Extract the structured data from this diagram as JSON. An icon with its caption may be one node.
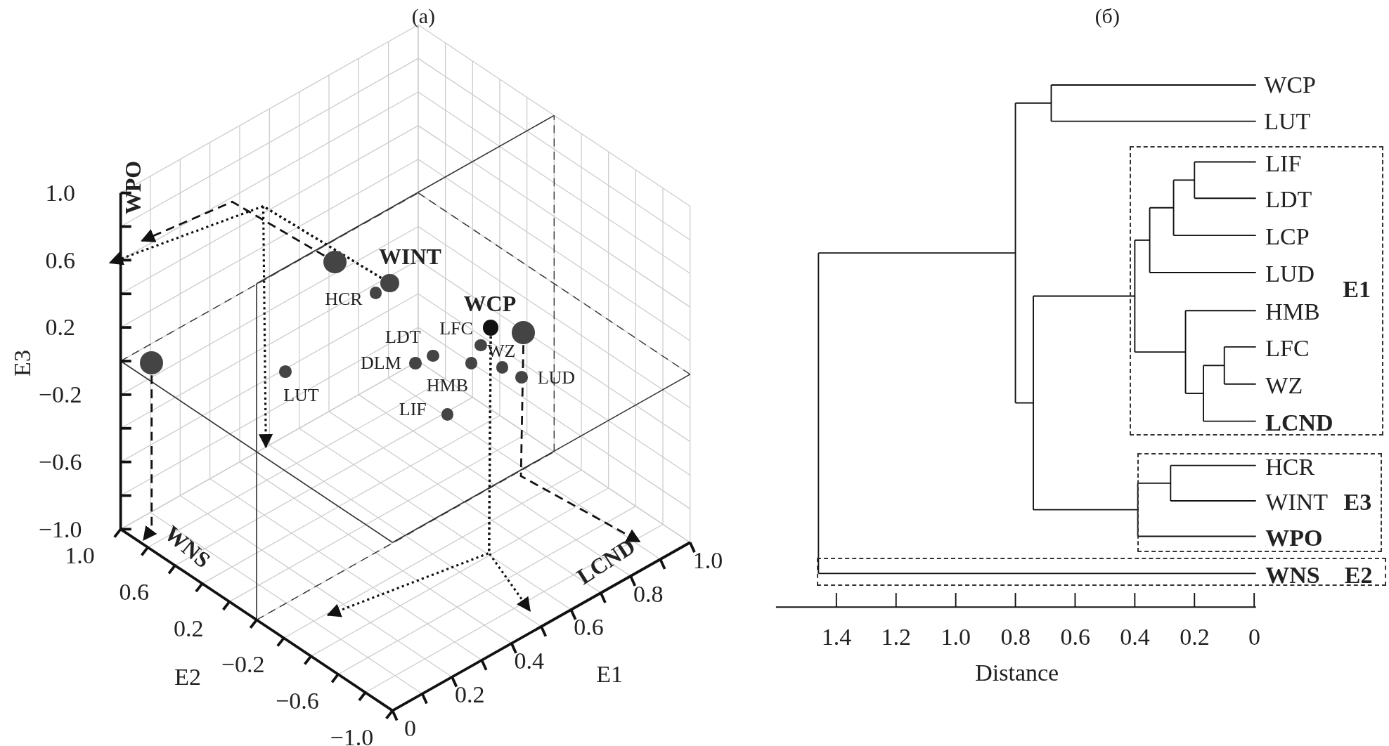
{
  "diagram": {
    "nodes": [
      {
        "text": [],
        "shape": "circle"
      },
      {
        "text": [],
        "shape": "circle",
        "beside": [
          "WINT"
        ]
      },
      {
        "text": [],
        "shape": "circle",
        "beside": [
          "HCR"
        ]
      },
      {
        "text": [],
        "shape": "circle",
        "beside": [
          "WCP"
        ]
      },
      {
        "text": [],
        "shape": "circle"
      },
      {
        "text": [],
        "shape": "circle"
      },
      {
        "text": [],
        "shape": "circle",
        "beside": [
          "LFC"
        ]
      },
      {
        "text": [],
        "shape": "circle",
        "beside": [
          "LDT"
        ]
      },
      {
        "text": [],
        "shape": "circle",
        "beside": [
          "DLM"
        ]
      },
      {
        "text": [],
        "shape": "circle",
        "beside": [
          "HMB"
        ]
      },
      {
        "text": [],
        "shape": "circle",
        "beside": [
          "WZ"
        ]
      },
      {
        "text": [],
        "shape": "circle",
        "beside": [
          "LUD"
        ]
      },
      {
        "text": [],
        "shape": "circle",
        "beside": [
          "LUT"
        ]
      },
      {
        "text": [],
        "shape": "circle",
        "beside": [
          "LIF"
        ]
      },
      {
        "text": [
          "WPO"
        ]
      },
      {
        "text": [
          "WNS"
        ]
      },
      {
        "text": [
          "LCND"
        ]
      },
      {
        "text": [
          "WCP"
        ]
      },
      {
        "text": [
          "LUT"
        ]
      },
      {
        "text": [
          "E1"
        ]
      },
      {
        "text": [
          "LIF"
        ],
        "in": 19
      },
      {
        "text": [
          "LDT"
        ],
        "in": 19
      },
      {
        "text": [
          "LCP"
        ],
        "in": 19
      },
      {
        "text": [
          "LUD"
        ],
        "in": 19
      },
      {
        "text": [
          "HMB"
        ],
        "in": 19
      },
      {
        "text": [
          "LFC"
        ],
        "in": 19
      },
      {
        "text": [
          "WZ"
        ],
        "in": 19
      },
      {
        "text": [
          "LCND"
        ],
        "in": 19
      },
      {
        "text": [
          "E3"
        ]
      },
      {
        "text": [
          "HCR"
        ],
        "in": 28
      },
      {
        "text": [
          "WINT"
        ],
        "in": 28
      },
      {
        "text": [
          "WPO"
        ],
        "in": 28
      },
      {
        "text": [
          "E2"
        ]
      },
      {
        "text": [
          "WNS"
        ],
        "in": 32
      }
    ],
    "edges": [
      {
        "from": 0,
        "to": 14,
        "arrow": "to",
        "style": "dashed"
      },
      {
        "from": 5,
        "to": 15,
        "arrow": "to",
        "style": "dashed"
      },
      {
        "from": 4,
        "to": 16,
        "arrow": "to",
        "style": "dashed"
      },
      {
        "from": 1,
        "to": null,
        "arrow": "to"
      },
      {
        "from": 1,
        "to": null,
        "arrow": "to"
      },
      {
        "from": 3,
        "to": null,
        "arrow": "to"
      },
      {
        "from": 3,
        "to": null,
        "arrow": "to"
      }
    ],
    "labels": [
      "(a)",
      "(б)",
      "1.0",
      "0.6",
      "0.2",
      "−0.2",
      "−0.6",
      "−1.0",
      "E3",
      "1.0",
      "0.6",
      "0.2",
      "−0.2",
      "−0.6",
      "−1.0",
      "E2",
      "0",
      "0.2",
      "0.4",
      "0.6",
      "0.8",
      "1.0",
      "E1",
      "1.4",
      "1.2",
      "1.0",
      "0.8",
      "0.6",
      "0.4",
      "0.2",
      "0",
      "Distance"
    ]
  }
}
